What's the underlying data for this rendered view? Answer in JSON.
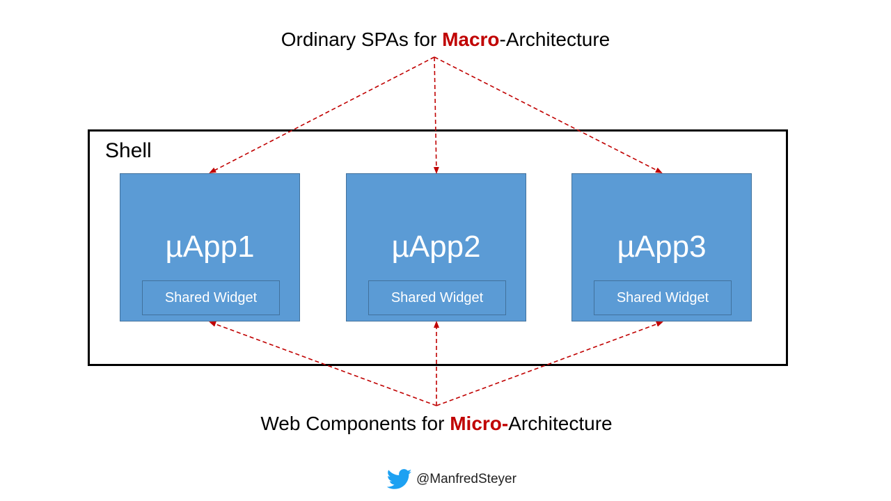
{
  "colors": {
    "app_fill": "#5b9bd5",
    "app_border": "#41719c",
    "connector": "#c00000",
    "highlight": "#c00000",
    "twitter": "#1da1f2"
  },
  "top_caption": {
    "prefix": "Ordinary SPAs for ",
    "highlight": "Macro",
    "suffix": "-Architecture"
  },
  "bottom_caption": {
    "prefix": "Web Components for ",
    "highlight": "Micro-",
    "suffix": "Architecture"
  },
  "shell": {
    "label": "Shell"
  },
  "apps": [
    {
      "title": "µApp1",
      "widget": "Shared Widget"
    },
    {
      "title": "µApp2",
      "widget": "Shared Widget"
    },
    {
      "title": "µApp3",
      "widget": "Shared Widget"
    }
  ],
  "footer": {
    "icon": "twitter-bird-icon",
    "handle": "@ManfredSteyer"
  }
}
